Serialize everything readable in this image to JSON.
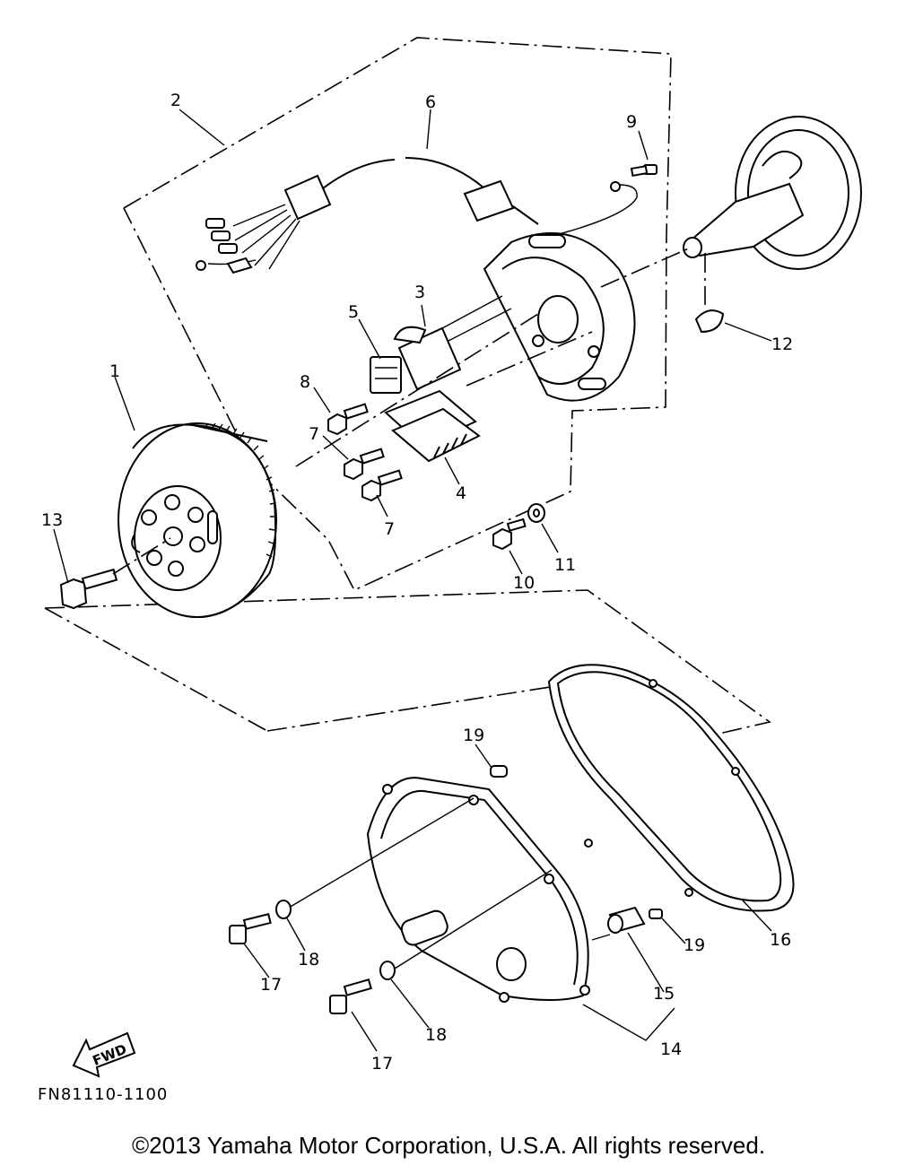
{
  "diagram": {
    "callouts": [
      "1",
      "2",
      "3",
      "4",
      "5",
      "6",
      "7",
      "7",
      "8",
      "9",
      "10",
      "11",
      "12",
      "13",
      "14",
      "15",
      "16",
      "17",
      "17",
      "18",
      "18",
      "19",
      "19"
    ],
    "fwd_label": "FWD",
    "figure_code": "FN81110-1100"
  },
  "footer": {
    "copyright": "©2013 Yamaha Motor Corporation, U.S.A. All rights reserved."
  }
}
